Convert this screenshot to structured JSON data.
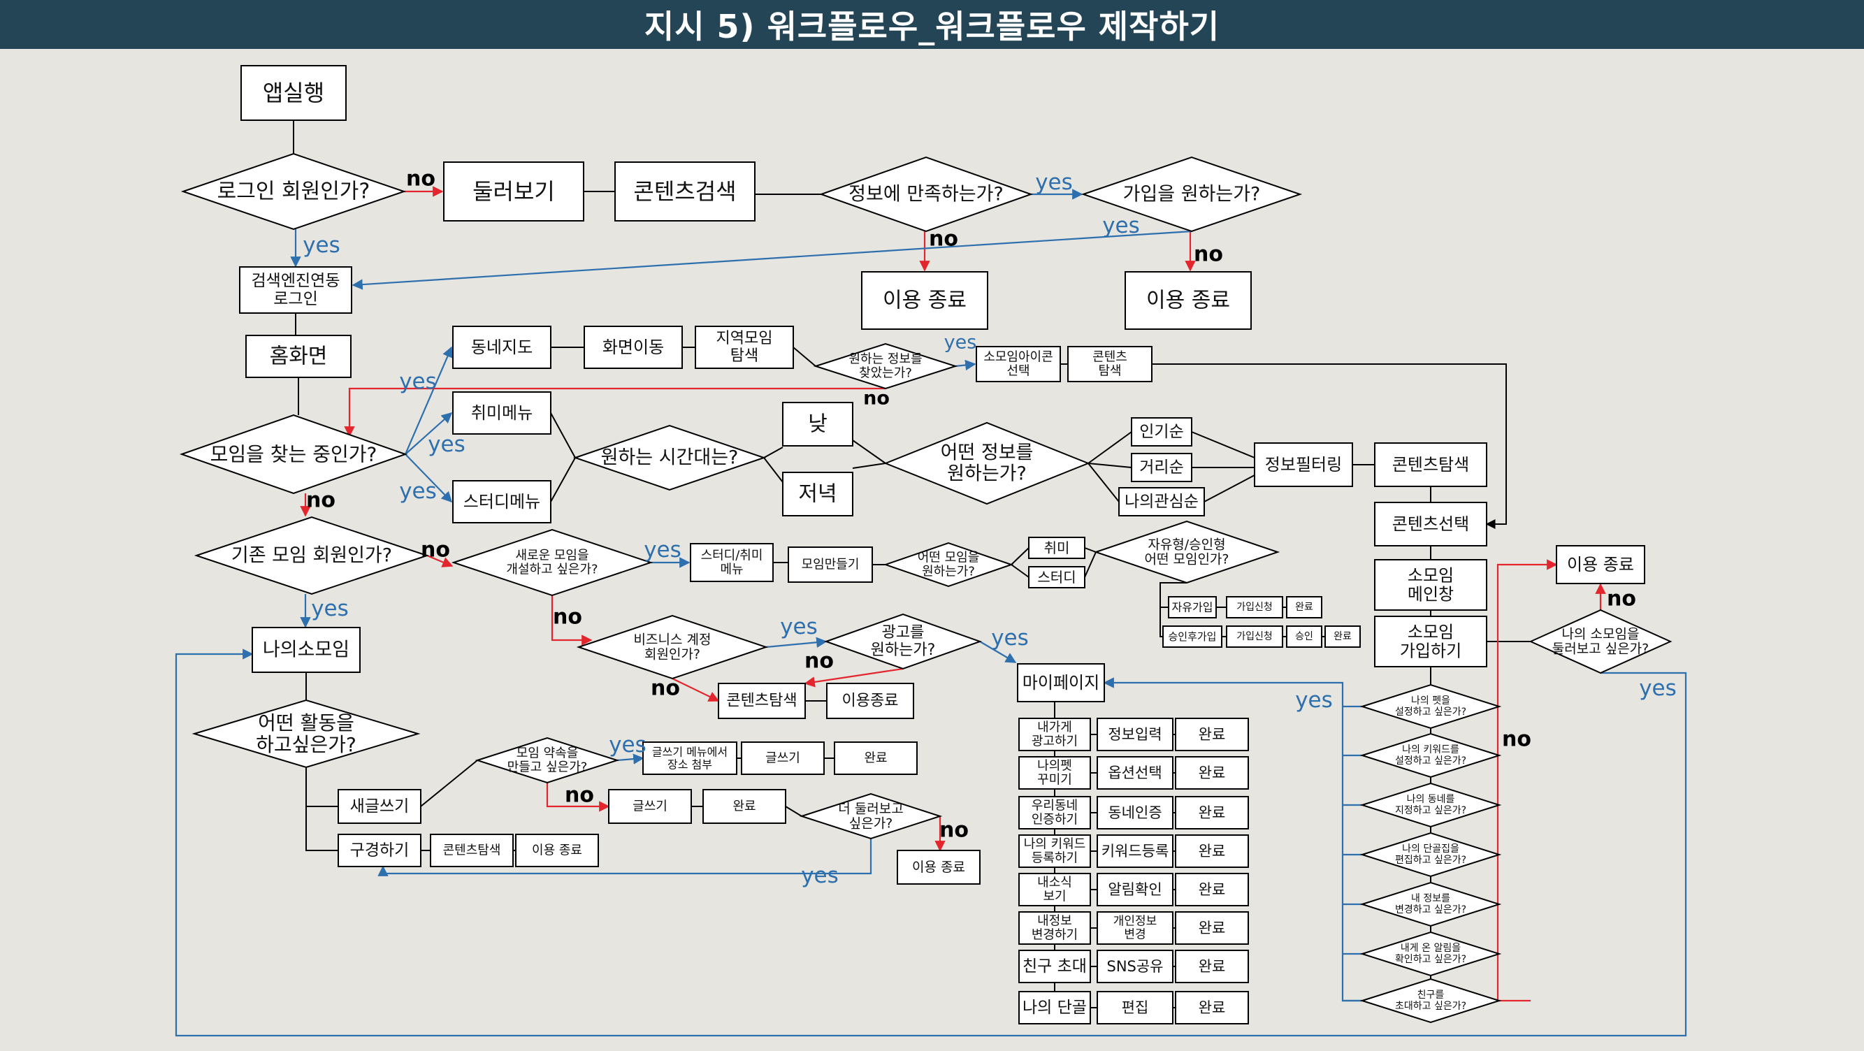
{
  "title": "지시 5) 워크플로우_워크플로우 제작하기",
  "colors": {
    "background": "#e6e5e0",
    "header": "#244556",
    "black": "#000000",
    "red": "#e3262d",
    "blue": "#2e6fad"
  },
  "nodes": {
    "app_run": "앱실행",
    "login_q": "로그인 회원인가?",
    "browse": "둘러보기",
    "content_search": "콘텐츠검색",
    "satisfied_q": "정보에 만족하는가?",
    "join_q": "가입을 원하는가?",
    "end_a": "이용 종료",
    "end_b": "이용 종료",
    "search_login": [
      "검색엔진연동",
      "로그인"
    ],
    "home": "홈화면",
    "neighborhood_map": "동네지도",
    "screen_move": "화면이동",
    "region_search": [
      "지역모임",
      "탐색"
    ],
    "found_q": [
      "원하는 정보를",
      "찾았는가?"
    ],
    "icon_select": [
      "소모임아이콘",
      "선택"
    ],
    "content_explore": [
      "콘텐츠",
      "탐색"
    ],
    "finding_q": "모임을 찾는 중인가?",
    "hobby_menu": "취미메뉴",
    "study_menu": "스터디메뉴",
    "time_q": "원하는 시간대는?",
    "day": "낮",
    "evening": "저녁",
    "info_q": [
      "어떤 정보를",
      "원하는가?"
    ],
    "popular": "인기순",
    "distance": "거리순",
    "interest": "나의관심순",
    "info_filter": "정보필터링",
    "content_search2": "콘텐츠탐색",
    "content_select": "콘텐츠선택",
    "group_main": [
      "소모임",
      "메인창"
    ],
    "group_join": [
      "소모임",
      "가입하기"
    ],
    "existing_q": "기존 모임 회원인가?",
    "new_group_q": [
      "새로운 모임을",
      "개설하고 싶은가?"
    ],
    "study_hobby_menu": [
      "스터디/취미",
      "메뉴"
    ],
    "make_group": "모임만들기",
    "which_group_q": [
      "어떤 모임을",
      "원하는가?"
    ],
    "hobby": "취미",
    "study": "스터디",
    "free_approval_q": [
      "자유형/승인형",
      "어떤 모임인가?"
    ],
    "free_join": "자유가입",
    "join_apply_1": "가입신청",
    "done_1": "완료",
    "approval_join": "승인후가입",
    "join_apply_2": "가입신청",
    "approve": "승인",
    "done_2": "완료",
    "end_right": "이용 종료",
    "browse_group_q": [
      "나의 소모임을",
      "둘러보고 싶은가?"
    ],
    "my_group": "나의소모임",
    "business_q": [
      "비즈니스 계정",
      "회원인가?"
    ],
    "ad_q": [
      "광고를",
      "원하는가?"
    ],
    "content_search3": "콘텐츠탐색",
    "end_c": "이용종료",
    "mypage": "마이페이지",
    "activity_q": [
      "어떤 활동을",
      "하고싶은가?"
    ],
    "appointment_q": [
      "모임 약속을",
      "만들고 싶은가?"
    ],
    "write_menu_attach": [
      "글쓰기 메뉴에서",
      "장소 첨부"
    ],
    "write_a": "글쓰기",
    "done_a": "완료",
    "new_post": "새글쓰기",
    "write_b": "글쓰기",
    "done_b": "완료",
    "more_browse_q": [
      "더 둘러보고",
      "싶은가?"
    ],
    "watch": "구경하기",
    "content_search4": "콘텐츠탐색",
    "end_d": "이용 종료",
    "end_e": "이용 종료",
    "my_shop": [
      "내가게",
      "광고하기"
    ],
    "info_input": "정보입력",
    "my_pet": [
      "나의펫",
      "꾸미기"
    ],
    "option_select": "옵션선택",
    "neighbor_cert": [
      "우리동네",
      "인증하기"
    ],
    "neighbor_cert_b": "동네인증",
    "keyword_reg": [
      "나의 키워드",
      "등록하기"
    ],
    "keyword_reg_b": "키워드등록",
    "my_news": [
      "내소식",
      "보기"
    ],
    "alarm_check": "알림확인",
    "my_info": [
      "내정보",
      "변경하기"
    ],
    "personal_info": [
      "개인정보",
      "변경"
    ],
    "invite_friend": "친구 초대",
    "sns_share": "SNS공유",
    "my_regular": "나의 단골",
    "edit": "편집",
    "done_m": [
      "완료",
      "완료",
      "완료",
      "완료",
      "완료",
      "완료",
      "완료",
      "완료"
    ],
    "pet_q": [
      "나의 펫을",
      "설정하고 싶은가?"
    ],
    "keyword_q": [
      "나의 키워드를",
      "설정하고 싶은가?"
    ],
    "neighbor_q": [
      "나의 동네를",
      "지정하고 싶은가?"
    ],
    "regular_q": [
      "나의 단골집을",
      "편집하고 싶은가?"
    ],
    "myinfo_q": [
      "내 정보를",
      "변경하고 싶은가?"
    ],
    "alarm_q": [
      "내게 온 알림을",
      "확인하고 싶은가?"
    ],
    "friend_q": [
      "친구를",
      "초대하고 싶은가?"
    ]
  },
  "labels": {
    "yes": "yes",
    "no": "no"
  }
}
